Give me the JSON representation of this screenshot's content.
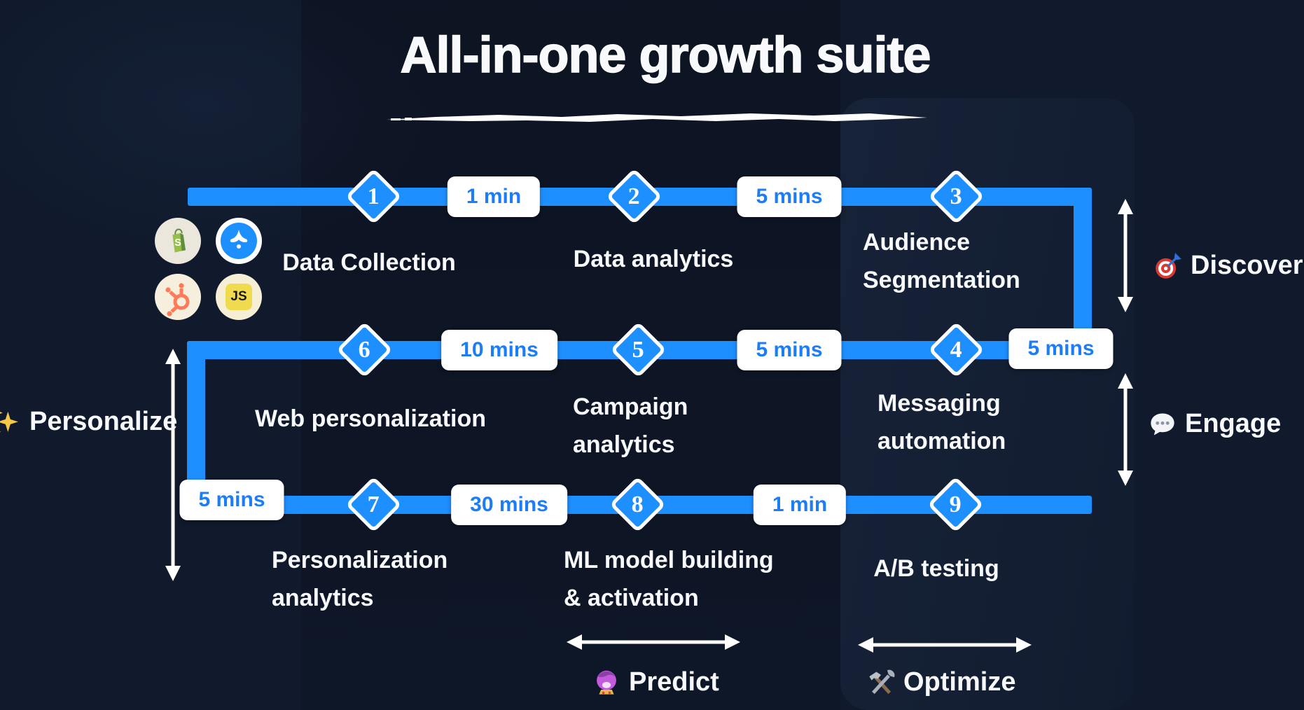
{
  "title": {
    "text": "All-in-one growth suite"
  },
  "steps": [
    {
      "num": "1",
      "line1": "Data Collection",
      "line2": ""
    },
    {
      "num": "2",
      "line1": "Data analytics",
      "line2": ""
    },
    {
      "num": "3",
      "line1": "Audience",
      "line2": "Segmentation"
    },
    {
      "num": "4",
      "line1": "Messaging",
      "line2": "automation"
    },
    {
      "num": "5",
      "line1": "Campaign",
      "line2": "analytics"
    },
    {
      "num": "6",
      "line1": "Web personalization",
      "line2": ""
    },
    {
      "num": "7",
      "line1": "Personalization",
      "line2": "analytics"
    },
    {
      "num": "8",
      "line1": "ML model building",
      "line2": "& activation"
    },
    {
      "num": "9",
      "line1": "A/B testing",
      "line2": ""
    }
  ],
  "durations": {
    "d12": "1 min",
    "d23": "5 mins",
    "d34": "5 mins",
    "d45": "5 mins",
    "d56": "10 mins",
    "d67": "5 mins",
    "d78": "30 mins",
    "d89": "1 min"
  },
  "phases": {
    "discover": {
      "icon_name": "target-icon",
      "label": "Discover"
    },
    "engage": {
      "icon_name": "speech-bubble-icon",
      "label": "Engage"
    },
    "personalize": {
      "icon_name": "sparkles-icon",
      "label": "Personalize"
    },
    "predict": {
      "icon_name": "crystal-ball-icon",
      "label": "Predict"
    },
    "optimize": {
      "icon_name": "tools-icon",
      "label": "Optimize"
    }
  },
  "integrations": {
    "shopify": {
      "icon_name": "shopify-icon",
      "letter": "S"
    },
    "triple_whale": {
      "icon_name": "whale-tail-icon"
    },
    "hubspot": {
      "icon_name": "hubspot-sprocket-icon"
    },
    "javascript": {
      "icon_name": "javascript-icon",
      "label": "JS"
    }
  },
  "colors": {
    "background": "#101a2c",
    "accent_blue": "#1e8fff",
    "badge_text_blue": "#1d7df5",
    "text_white": "#f7f9fc"
  }
}
